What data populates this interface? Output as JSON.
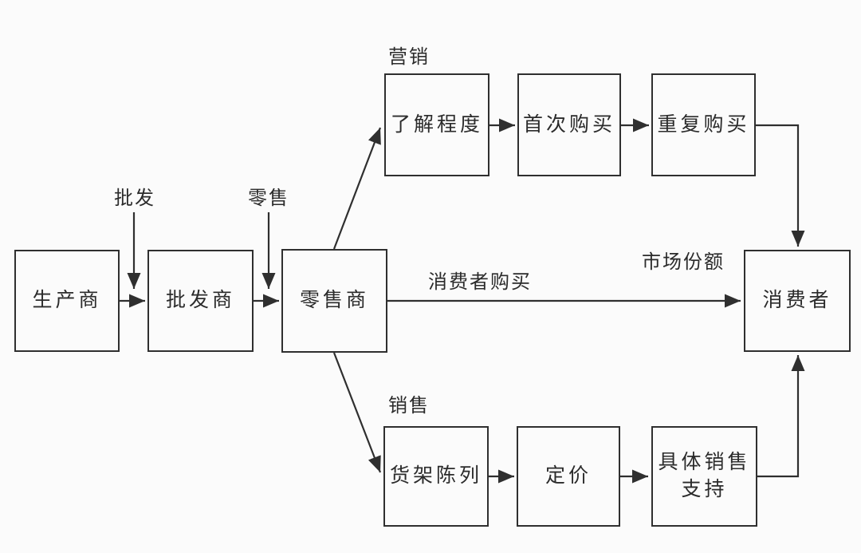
{
  "diagram": {
    "type": "flowchart",
    "colors": {
      "background": "#fbfbfb",
      "stroke": "#2f2f2f",
      "text": "#2b2b2b"
    },
    "nodes": {
      "producer": "生产商",
      "wholesaler": "批发商",
      "retailer": "零售商",
      "awareness": "了解程度",
      "first_purchase": "首次购买",
      "repeat_purchase": "重复购买",
      "consumer": "消费者",
      "shelf_display": "货架陈列",
      "pricing": "定价",
      "sales_support": "具体销售支持"
    },
    "labels": {
      "wholesale": "批发",
      "retail": "零售",
      "marketing": "营销",
      "consumer_purchase": "消费者购买",
      "market_share": "市场份额",
      "sales": "销售"
    },
    "edges": [
      {
        "from": "producer",
        "to": "wholesaler"
      },
      {
        "from": "wholesaler",
        "to": "retailer"
      },
      {
        "from": "label-wholesale",
        "to": "producer-wholesaler-arrow"
      },
      {
        "from": "label-retail",
        "to": "wholesaler-retailer-arrow"
      },
      {
        "from": "retailer",
        "to": "awareness"
      },
      {
        "from": "retailer",
        "to": "consumer",
        "label": "消费者购买"
      },
      {
        "from": "retailer",
        "to": "shelf_display"
      },
      {
        "from": "awareness",
        "to": "first_purchase"
      },
      {
        "from": "first_purchase",
        "to": "repeat_purchase"
      },
      {
        "from": "repeat_purchase",
        "to": "consumer"
      },
      {
        "from": "shelf_display",
        "to": "pricing"
      },
      {
        "from": "pricing",
        "to": "sales_support"
      },
      {
        "from": "sales_support",
        "to": "consumer"
      }
    ]
  }
}
